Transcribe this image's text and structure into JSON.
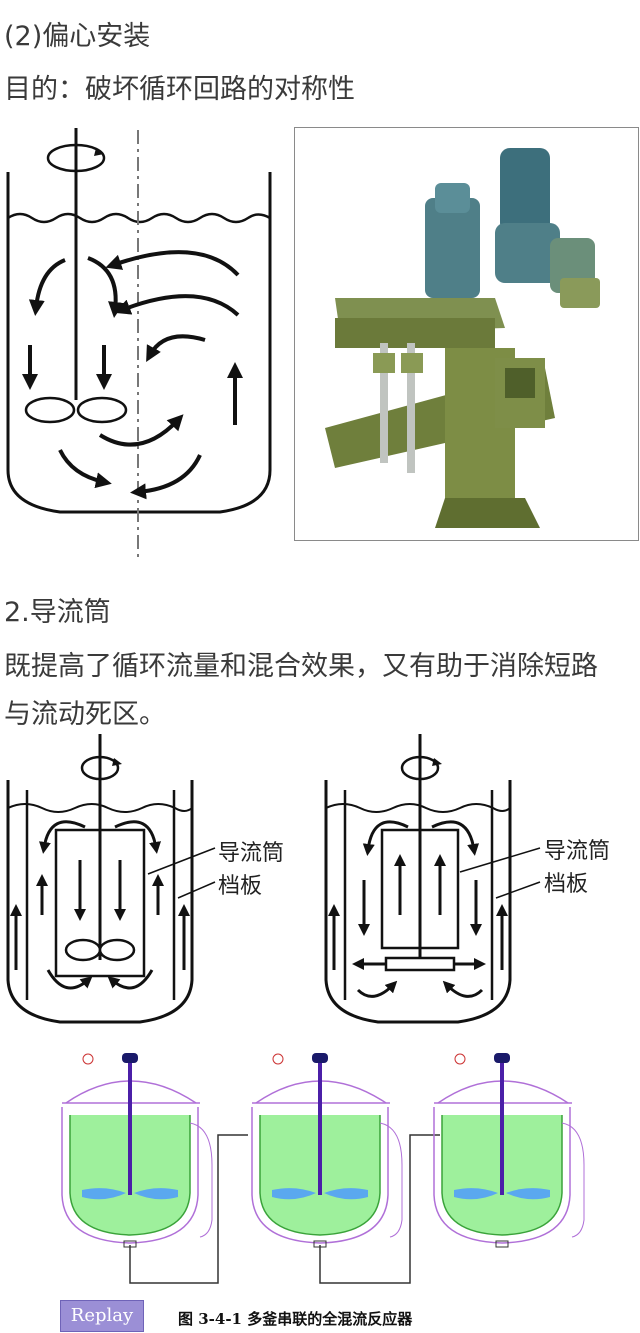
{
  "section1": {
    "heading": "(2)偏心安装",
    "purpose": "目的：破坏循环回路的对称性"
  },
  "section2": {
    "heading": "2.导流筒",
    "description_line1": "既提高了循环流量和混合效果，又有助于消除短路",
    "description_line2": "与流动死区。"
  },
  "diagram_labels": {
    "left": {
      "draft_tube": "导流筒",
      "baffle": "档板"
    },
    "right": {
      "draft_tube": "导流筒",
      "baffle": "档板"
    }
  },
  "animation": {
    "replay_label": "Replay",
    "caption": "图 3-4-1  多釜串联的全混流反应器"
  },
  "colors": {
    "liquid": "#9ef09c",
    "liquid_edge": "#3aa33a",
    "shaft": "#4b1fa8",
    "vessel": "#b070d8",
    "impeller": "#5aa8ef",
    "replay_bg": "#9b8fd6"
  }
}
